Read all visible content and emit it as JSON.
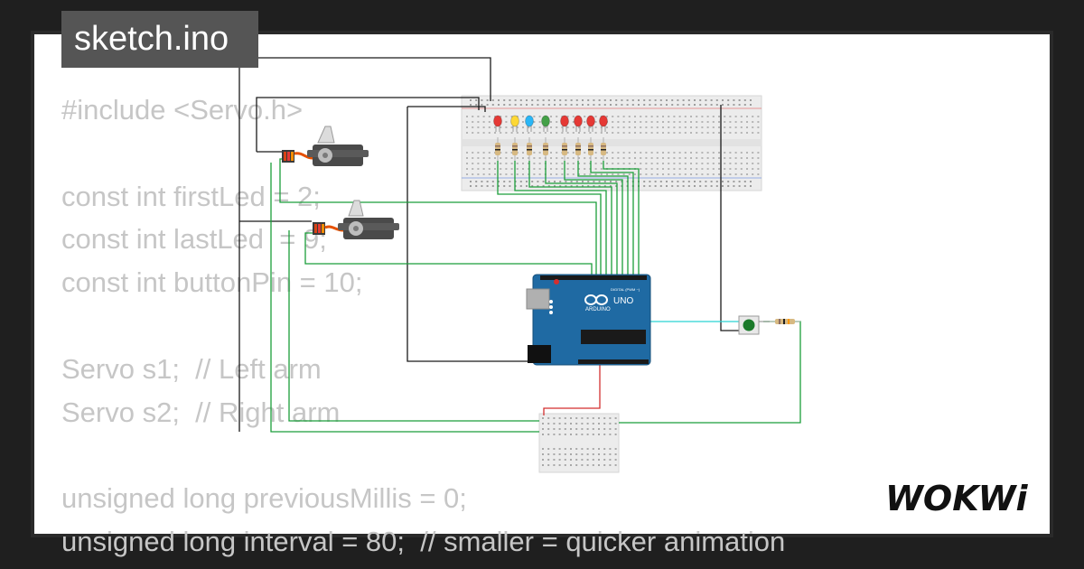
{
  "file_tab": {
    "label": "sketch.ino"
  },
  "code_lines": [
    "#include <Servo.h>",
    "",
    "const int firstLed = 2;",
    "const int lastLed  = 9;",
    "const int buttonPin = 10;",
    "",
    "Servo s1;  // Left arm",
    "Servo s2;  // Right arm",
    "",
    "unsigned long previousMillis = 0;",
    "unsigned long interval = 80;  // smaller = quicker animation"
  ],
  "board": {
    "brand": "ARDUINO",
    "model": "UNO",
    "digital_label": "DIGITAL (PWM ~)"
  },
  "led_colors": [
    "#e53935",
    "#fdd835",
    "#29b6f6",
    "#43a047",
    "#e53935",
    "#e53935",
    "#e53935",
    "#e53935"
  ],
  "wire_colors": {
    "signal": "#1b9e3a",
    "ground": "#1a1a1a",
    "power": "#d32f2f",
    "button": "#2ad4d4"
  },
  "brand_logo": {
    "text": "WOKWi"
  }
}
